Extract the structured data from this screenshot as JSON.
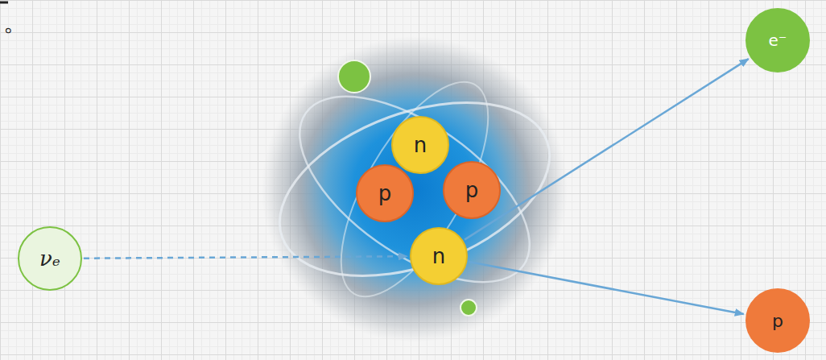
{
  "diagram": {
    "nodes": [
      {
        "text": [
          "e⁻"
        ]
      },
      {
        "text": [
          "n"
        ]
      },
      {
        "text": [
          "p"
        ]
      },
      {
        "text": [
          "p"
        ]
      },
      {
        "text": [
          "n"
        ]
      },
      {
        "text": [
          "νₑ"
        ]
      },
      {
        "text": [
          "p"
        ]
      }
    ],
    "edges": [
      {
        "from": 5,
        "to": 4,
        "arrow": "to"
      },
      {
        "from": 4,
        "to": 0,
        "arrow": "to"
      },
      {
        "from": 4,
        "to": 6,
        "arrow": "to"
      }
    ],
    "labels": [
      "。"
    ]
  }
}
